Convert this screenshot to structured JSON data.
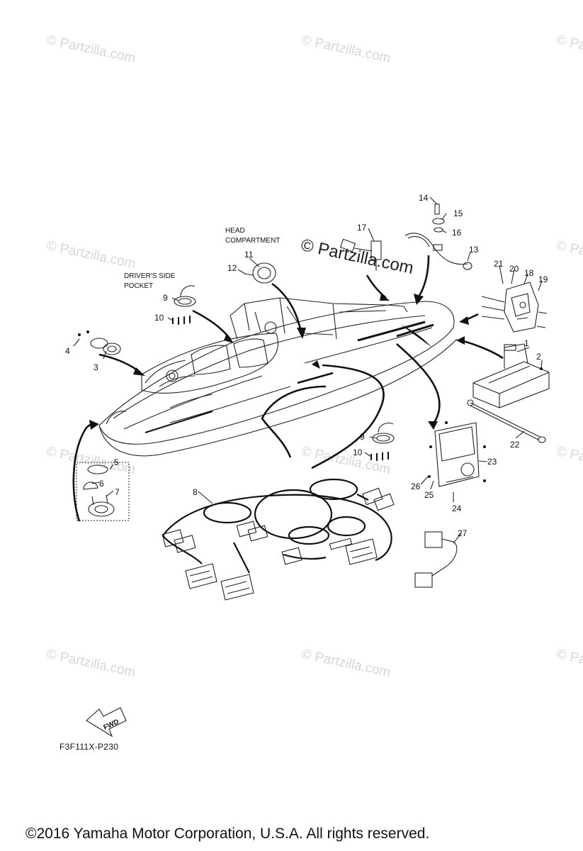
{
  "watermark": {
    "brand": "© Partzilla.com",
    "center_brand": "© Partzilla.com"
  },
  "labels": {
    "head_compartment_line1": "HEAD",
    "head_compartment_line2": "COMPARTMENT",
    "drivers_side_line1": "DRIVER'S SIDE",
    "drivers_side_line2": "POCKET",
    "fwd": "FWD"
  },
  "callouts": [
    "1",
    "2",
    "3",
    "4",
    "5",
    "6",
    "7",
    "8",
    "9",
    "10",
    "11",
    "12",
    "13",
    "14",
    "15",
    "16",
    "17",
    "18",
    "19",
    "20",
    "21",
    "22",
    "23",
    "24",
    "25",
    "26",
    "27",
    "9",
    "10"
  ],
  "diagram_code": "F3F111X-P230",
  "copyright": "©2016  Yamaha Motor Corporation, U.S.A. All rights reserved."
}
